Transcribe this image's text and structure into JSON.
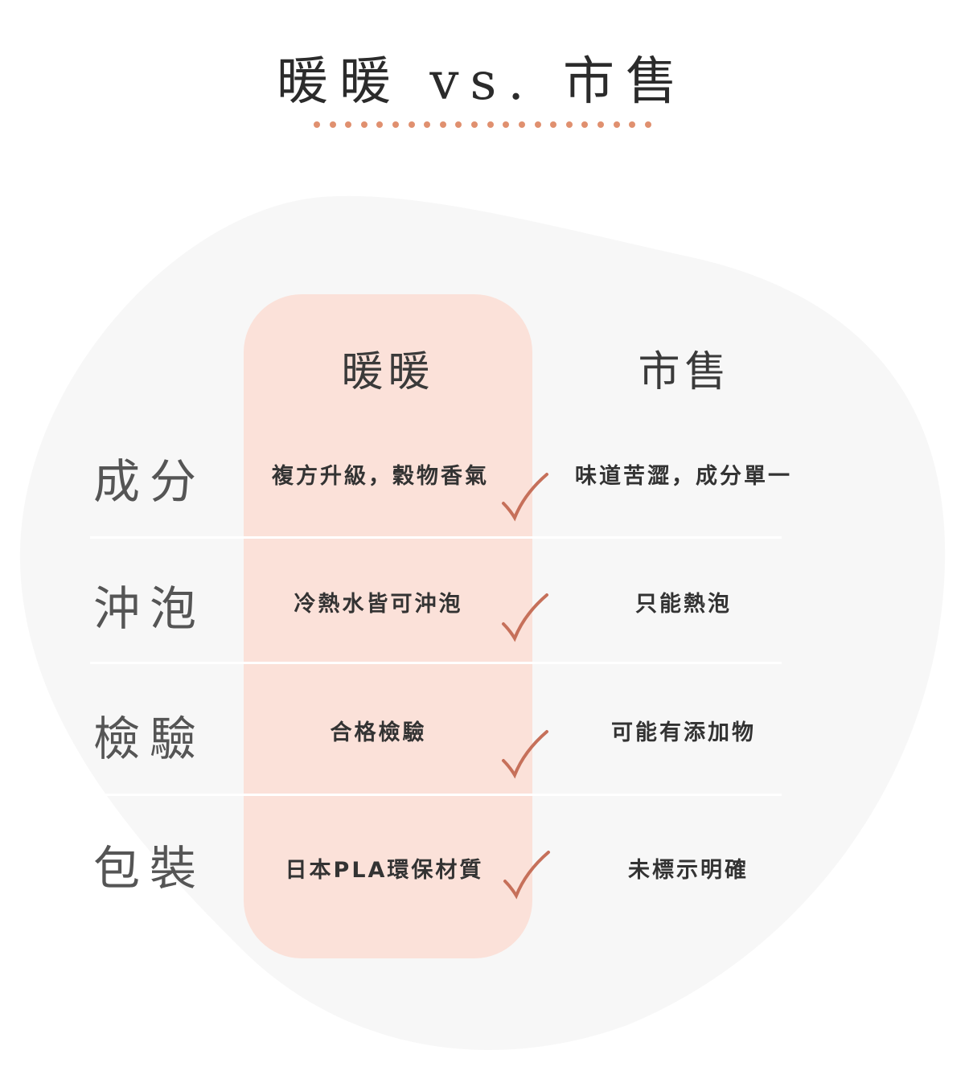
{
  "title": "暖暖 vs. 市售",
  "columns": [
    "暖暖",
    "市售"
  ],
  "rows": [
    {
      "label": "成分",
      "ours": "複方升級，穀物香氣",
      "market": "味道苦澀，成分單一"
    },
    {
      "label": "沖泡",
      "ours": "冷熱水皆可沖泡",
      "market": "只能熱泡"
    },
    {
      "label": "檢驗",
      "ours": "合格檢驗",
      "market": "可能有添加物"
    },
    {
      "label": "包裝",
      "ours": "日本PLA環保材質",
      "market": "未標示明確"
    }
  ],
  "colors": {
    "accent": "#c6705a",
    "highlight": "#fbe1d9",
    "blob": "#f7f7f7",
    "dots": "#e0906f"
  }
}
